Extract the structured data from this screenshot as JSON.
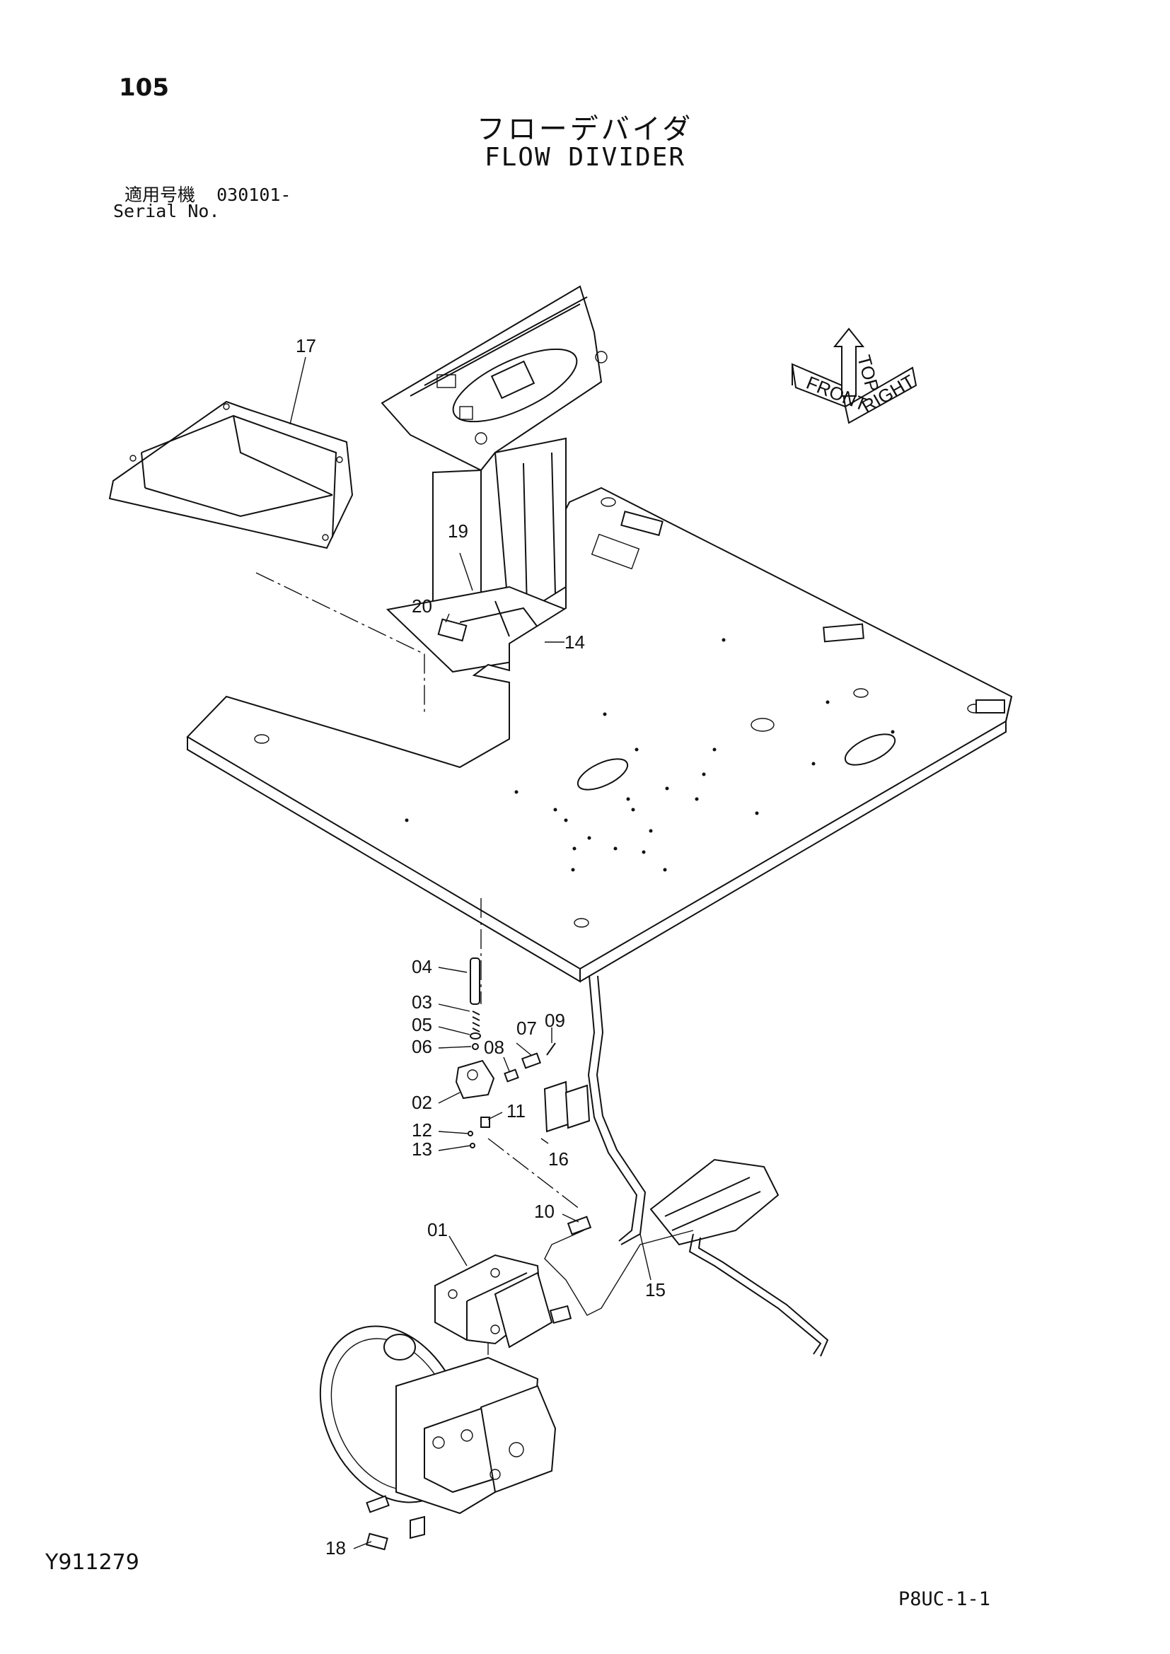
{
  "header": {
    "page_number": "105",
    "title_jp": "フローデバイダ",
    "title_en": "FLOW DIVIDER",
    "serial_label_jp": "適用号機",
    "serial_value": "030101-",
    "serial_label_en": "Serial No."
  },
  "orientation_marker": {
    "labels": [
      "TOP",
      "FRONT",
      "RIGHT"
    ]
  },
  "callouts": [
    {
      "id": "p17",
      "label": "17"
    },
    {
      "id": "p19",
      "label": "19"
    },
    {
      "id": "p20",
      "label": "20"
    },
    {
      "id": "p14",
      "label": "14"
    },
    {
      "id": "p04",
      "label": "04"
    },
    {
      "id": "p03",
      "label": "03"
    },
    {
      "id": "p05",
      "label": "05"
    },
    {
      "id": "p06",
      "label": "06"
    },
    {
      "id": "p07",
      "label": "07"
    },
    {
      "id": "p09",
      "label": "09"
    },
    {
      "id": "p08",
      "label": "08"
    },
    {
      "id": "p02",
      "label": "02"
    },
    {
      "id": "p11",
      "label": "11"
    },
    {
      "id": "p12",
      "label": "12"
    },
    {
      "id": "p13",
      "label": "13"
    },
    {
      "id": "p16",
      "label": "16"
    },
    {
      "id": "p10",
      "label": "10"
    },
    {
      "id": "p01",
      "label": "01"
    },
    {
      "id": "p15",
      "label": "15"
    },
    {
      "id": "p18",
      "label": "18"
    }
  ],
  "footer": {
    "drawing_id": "Y911279",
    "sheet_ref": "P8UC-1-1"
  },
  "colors": {
    "ink": "#111111",
    "paper": "#ffffff"
  }
}
